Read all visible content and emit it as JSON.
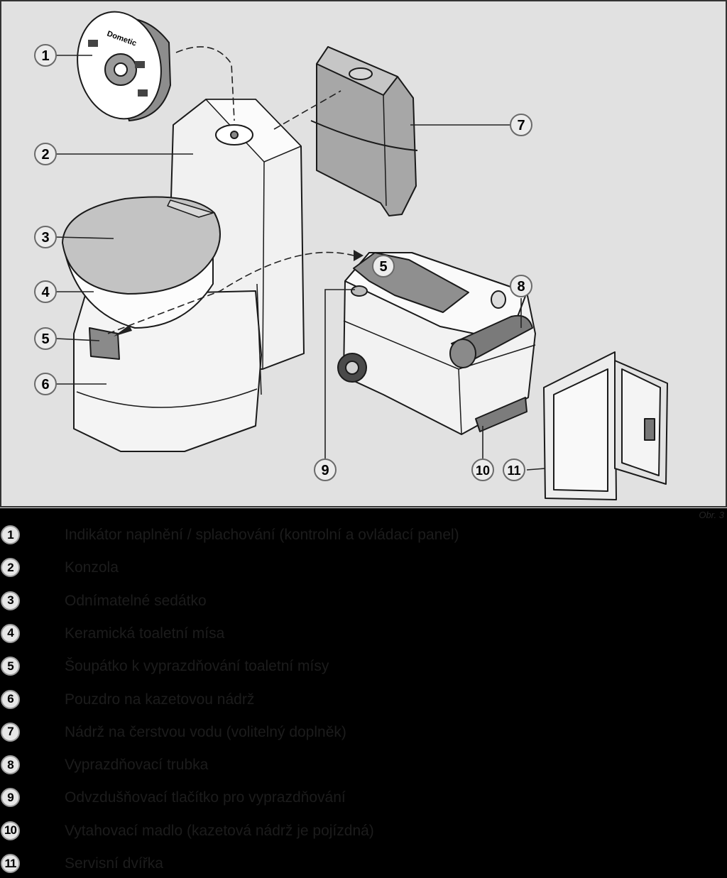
{
  "figure": {
    "brand_text": "Dometic",
    "figure_label": "Obr. 3",
    "callouts": [
      "1",
      "2",
      "3",
      "4",
      "5",
      "6",
      "7",
      "8",
      "9",
      "10",
      "11",
      "5"
    ]
  },
  "legend": [
    {
      "num": "1",
      "text": "Indikátor naplnění / splachování (kontrolní a ovládací panel)"
    },
    {
      "num": "2",
      "text": "Konzola"
    },
    {
      "num": "3",
      "text": "Odnímatelné sedátko"
    },
    {
      "num": "4",
      "text": "Keramická toaletní mísa"
    },
    {
      "num": "5",
      "text": "Šoupátko k vyprazdňování toaletní mísy"
    },
    {
      "num": "6",
      "text": "Pouzdro na kazetovou nádrž"
    },
    {
      "num": "7",
      "text": "Nádrž na čerstvou vodu (volitelný doplněk)"
    },
    {
      "num": "8",
      "text": "Vyprazdňovací trubka"
    },
    {
      "num": "9",
      "text": "Odvzdušňovací tlačítko pro vyprazdňování"
    },
    {
      "num": "10",
      "text": "Vytahovací madlo (kazetová nádrž je pojízdná)"
    },
    {
      "num": "11",
      "text": "Servisní dvířka"
    }
  ]
}
